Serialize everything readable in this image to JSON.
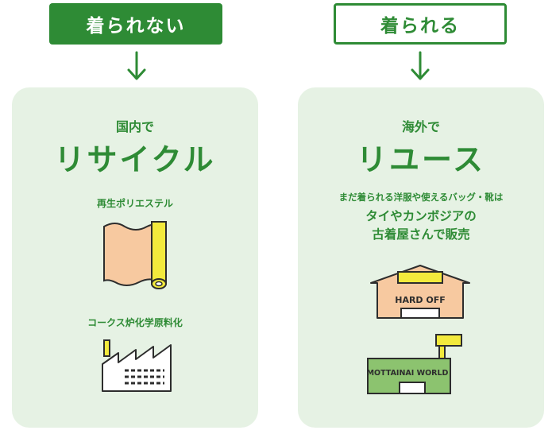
{
  "headers": {
    "left": "着られない",
    "right": "着られる"
  },
  "left_panel": {
    "subtitle": "国内で",
    "title": "リサイクル",
    "item1": "再生ポリエステル",
    "item2": "コークス炉化学原料化"
  },
  "right_panel": {
    "subtitle": "海外で",
    "title": "リユース",
    "note": "まだ着られる洋服や使えるバッグ・靴は",
    "shop_line1": "タイやカンボジアの",
    "shop_line2": "古着屋さんで販売",
    "store1_sign": "HARD OFF",
    "store2_sign": "MOTTAINAI WORLD"
  },
  "colors": {
    "green": "#2e8b35",
    "panel": "#e6f2e4",
    "roll": "#f7c9a0",
    "roll_core": "#f3ea3c",
    "building": "#f7c9a0",
    "roof": "#f3ea3c",
    "store": "#8cc36f"
  }
}
